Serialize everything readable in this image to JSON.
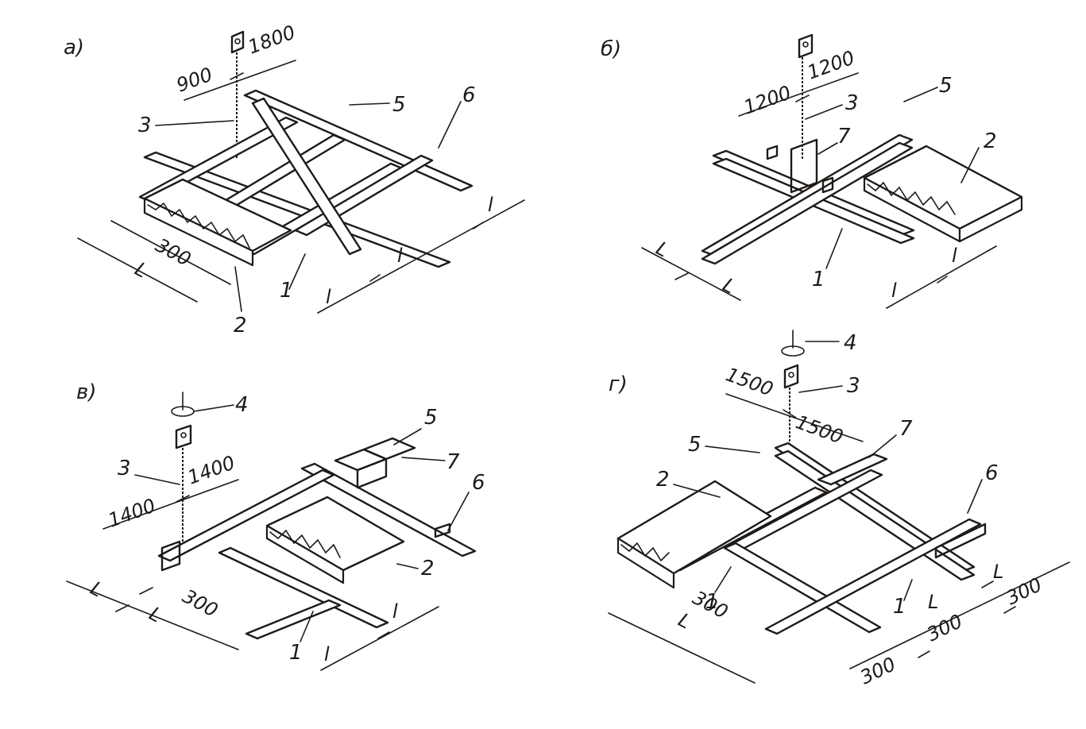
{
  "panels": [
    {
      "key": "a",
      "letter": "а)",
      "hanger_dims": [
        "900",
        "1800"
      ],
      "grid_dims": [
        "300",
        "L",
        "l",
        "l",
        "l"
      ],
      "callouts": [
        "1",
        "2",
        "3",
        "5",
        "6"
      ]
    },
    {
      "key": "b",
      "letter": "б)",
      "hanger_dims": [
        "1200",
        "1200"
      ],
      "grid_dims": [
        "L",
        "L",
        "l",
        "l"
      ],
      "callouts": [
        "1",
        "2",
        "3",
        "5",
        "7"
      ]
    },
    {
      "key": "v",
      "letter": "в)",
      "hanger_dims": [
        "1400",
        "1400"
      ],
      "grid_dims": [
        "L",
        "L",
        "300",
        "l",
        "l"
      ],
      "callouts": [
        "1",
        "2",
        "3",
        "4",
        "5",
        "6",
        "7"
      ]
    },
    {
      "key": "g",
      "letter": "г)",
      "hanger_dims": [
        "1500",
        "1500"
      ],
      "grid_dims": [
        "300",
        "L",
        "L",
        "L",
        "300",
        "300",
        "300"
      ],
      "callouts": [
        "1",
        "1",
        "2",
        "3",
        "4",
        "5",
        "6",
        "7"
      ]
    }
  ]
}
